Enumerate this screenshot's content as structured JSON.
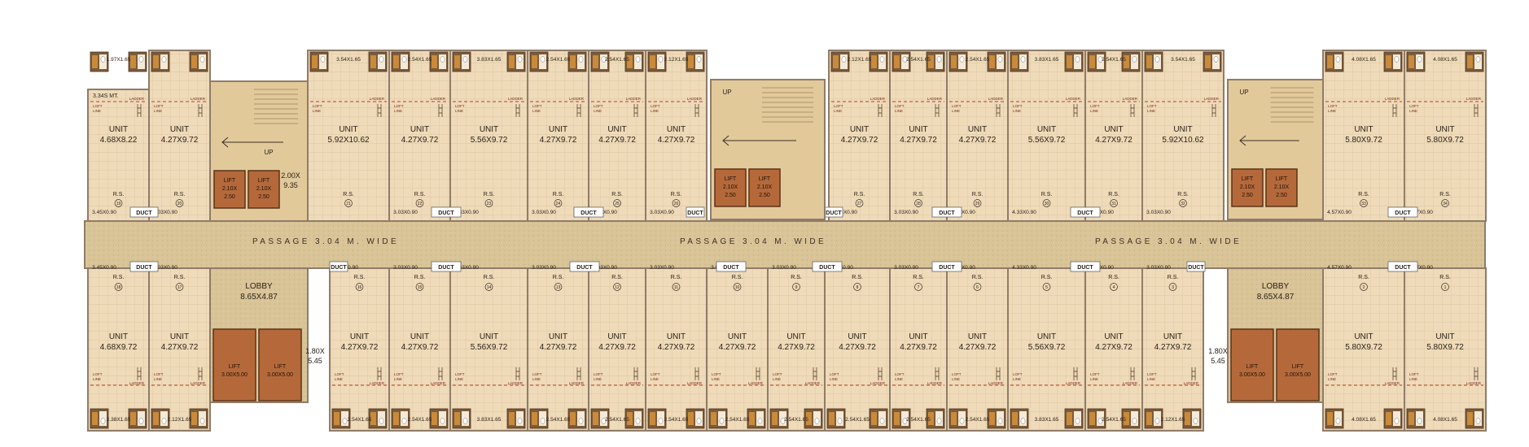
{
  "passage_label": "PASSAGE 3.04 M. WIDE",
  "labels": {
    "unit": "UNIT",
    "rs": "R.S.",
    "duct": "DUCT",
    "lift": "LIFT",
    "lobby": "LOBBY",
    "up": "UP",
    "loft": "LOFT",
    "line": "LINE",
    "ladder": "LADDER"
  },
  "top_units": [
    {
      "id": "19",
      "size": "4.68X8.22",
      "bottom": "3.45X0.90",
      "top": "1.97X1.65",
      "extra": "3.34S MT."
    },
    {
      "id": "20",
      "size": "4.27X9.72",
      "bottom": "3.03X0.90",
      "top": ""
    },
    {
      "id": "21",
      "size": "5.92X10.62",
      "bottom": "",
      "top": "3.54X1.65"
    },
    {
      "id": "22",
      "size": "4.27X9.72",
      "bottom": "3.03X0.90",
      "top": "2.54X1.65"
    },
    {
      "id": "23",
      "size": "5.56X9.72",
      "bottom": "4.33X0.90",
      "top": "3.83X1.65"
    },
    {
      "id": "24",
      "size": "4.27X9.72",
      "bottom": "3.03X0.90",
      "top": "2.54X1.65"
    },
    {
      "id": "25",
      "size": "4.27X9.72",
      "bottom": "3.03X0.90",
      "top": "2.54X1.65"
    },
    {
      "id": "26",
      "size": "4.27X9.72",
      "bottom": "3.03X0.90",
      "top": "2.12X1.65"
    },
    {
      "id": "27",
      "size": "4.27X9.72",
      "bottom": "3.03X0.90",
      "top": "2.12X1.65"
    },
    {
      "id": "28",
      "size": "4.27X9.72",
      "bottom": "3.03X0.90",
      "top": "2.54X1.65"
    },
    {
      "id": "29",
      "size": "4.27X9.72",
      "bottom": "3.03X0.90",
      "top": "2.54X1.65"
    },
    {
      "id": "30",
      "size": "5.56X9.72",
      "bottom": "4.33X0.90",
      "top": "3.83X1.65"
    },
    {
      "id": "31",
      "size": "4.27X9.72",
      "bottom": "3.03X0.90",
      "top": "2.54X1.65"
    },
    {
      "id": "32",
      "size": "5.92X10.62",
      "bottom": "3.03X0.90",
      "top": "3.54X1.65"
    },
    {
      "id": "33",
      "size": "5.80X9.72",
      "bottom": "4.57X0.90",
      "top": "4.08X1.65"
    },
    {
      "id": "34",
      "size": "5.80X9.72",
      "bottom": "4.57X0.90",
      "top": "4.08X1.65"
    }
  ],
  "bottom_units": [
    {
      "id": "18",
      "size": "4.68X9.72",
      "top": "3.45X0.90",
      "bottom": "2.38X1.65"
    },
    {
      "id": "17",
      "size": "4.27X9.72",
      "top": "3.03X0.90",
      "bottom": "2.12X1.65"
    },
    {
      "id": "16",
      "size": "4.27X9.72",
      "top": "3.03X0.90",
      "bottom": "2.54X1.65"
    },
    {
      "id": "15",
      "size": "4.27X9.72",
      "top": "3.03X0.90",
      "bottom": "2.54X1.65"
    },
    {
      "id": "14",
      "size": "5.56X9.72",
      "top": "4.33X0.90",
      "bottom": "3.83X1.65"
    },
    {
      "id": "13",
      "size": "4.27X9.72",
      "top": "3.03X0.90",
      "bottom": "2.54X1.65"
    },
    {
      "id": "12",
      "size": "4.27X9.72",
      "top": "3.03X0.90",
      "bottom": "2.54X1.65"
    },
    {
      "id": "11",
      "size": "4.27X9.72",
      "top": "3.03X0.90",
      "bottom": "2.54X1.65"
    },
    {
      "id": "10",
      "size": "4.27X9.72",
      "top": "3.03X0.90",
      "bottom": "2.54X1.65"
    },
    {
      "id": "9",
      "size": "4.27X9.72",
      "top": "3.03X0.90",
      "bottom": "2.54X1.65"
    },
    {
      "id": "8",
      "size": "4.27X9.72",
      "top": "3.03X0.90",
      "bottom": "2.54X1.65"
    },
    {
      "id": "7",
      "size": "4.27X9.72",
      "top": "3.03X0.90",
      "bottom": "2.54X1.65"
    },
    {
      "id": "6",
      "size": "4.27X9.72",
      "top": "3.03X0.90",
      "bottom": "2.54X1.65"
    },
    {
      "id": "5",
      "size": "5.56X9.72",
      "top": "4.33X0.90",
      "bottom": "3.83X1.65"
    },
    {
      "id": "4",
      "size": "4.27X9.72",
      "top": "3.03X0.90",
      "bottom": "2.54X1.65"
    },
    {
      "id": "3",
      "size": "4.27X9.72",
      "top": "3.03X0.90",
      "bottom": "2.12X1.65"
    },
    {
      "id": "2",
      "size": "5.80X9.72",
      "top": "4.57X0.90",
      "bottom": "4.08X1.65"
    },
    {
      "id": "1",
      "size": "5.80X9.72",
      "top": "4.57X0.90",
      "bottom": "4.08X1.65"
    }
  ],
  "small_lifts": [
    {
      "text": "2.10X"
    },
    {
      "text": "2.50"
    }
  ],
  "lobbies": [
    {
      "size": "8.65X4.87"
    },
    {
      "size": "8.65X4.87"
    }
  ],
  "big_lift_size": "3.00X5.00",
  "stair_gaps": [
    {
      "l1": "2.00X",
      "l2": "9.35"
    },
    {
      "l1": "1.80X",
      "l2": "5.45"
    },
    {
      "l1": "1.80X",
      "l2": "5.45"
    }
  ],
  "colors": {
    "passage": "#d8c497",
    "unit_floor": "#efdbb9",
    "wall": "#8f7c68",
    "lift": "#b5693a",
    "stair": "#e2c99a",
    "loft_line": "#c0392b"
  }
}
